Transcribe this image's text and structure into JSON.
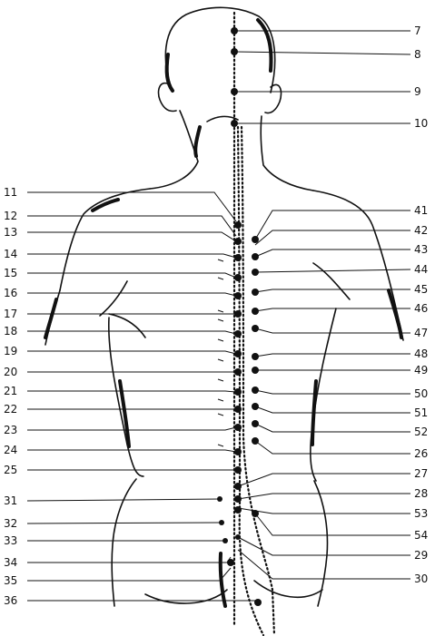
{
  "diagram": {
    "left_labels": [
      "11",
      "12",
      "13",
      "14",
      "15",
      "16",
      "17",
      "18",
      "19",
      "20",
      "21",
      "22",
      "23",
      "24",
      "25",
      "31",
      "32",
      "33",
      "34",
      "35",
      "36"
    ],
    "right_labels": [
      "7",
      "8",
      "9",
      "10",
      "41",
      "42",
      "43",
      "44",
      "45",
      "46",
      "47",
      "48",
      "49",
      "50",
      "51",
      "52",
      "26",
      "27",
      "28",
      "53",
      "54",
      "29",
      "30"
    ]
  },
  "colors": {
    "ink": "#111111",
    "background": "#ffffff"
  }
}
